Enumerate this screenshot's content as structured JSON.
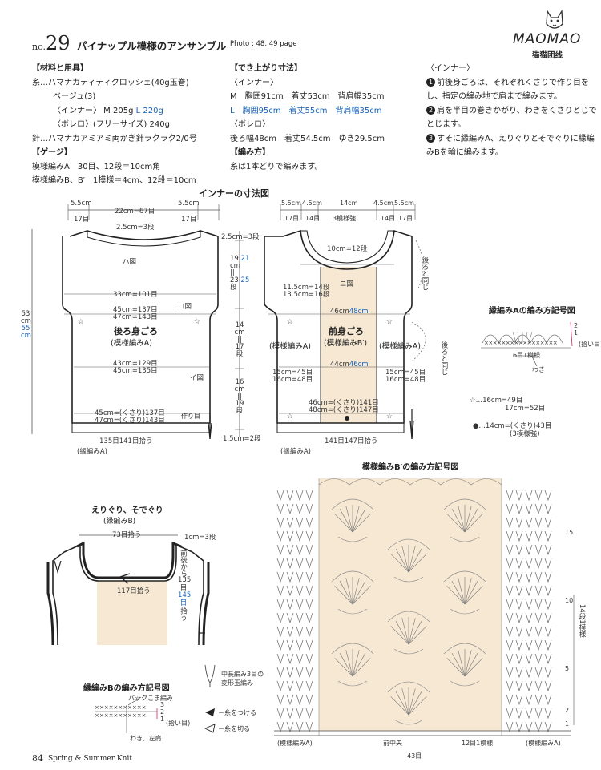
{
  "header": {
    "no_prefix": "no.",
    "no_number": "29",
    "title": "パイナップル模様のアンサンブル",
    "photo_ref": "Photo : 48, 49 page",
    "logo_text": "MAOMAO",
    "logo_sub": "猫猫团线"
  },
  "materials": {
    "heading": "【材料と用具】",
    "yarn_line": "糸…ハマナカティティクロッシェ(40g玉巻)",
    "color_line": "ベージュ(3)",
    "inner_label": "〈インナー〉 M 205g",
    "inner_l": "L 220g",
    "bolero_line": "〈ボレロ〉(フリーサイズ) 240g",
    "needle_line": "針…ハマナカアミアミ両かぎ針ラクラク2/0号",
    "gauge_heading": "【ゲージ】",
    "gauge_a": "模様編みA　30目、12段＝10cm角",
    "gauge_b": "模様編みB、B′　1模様＝4cm、12段＝10cm"
  },
  "finished": {
    "heading": "【でき上がり寸法】",
    "inner_label": "〈インナー〉",
    "m_line": "M　胸囲91cm　着丈53cm　背肩幅35cm",
    "l_line": "L　胸囲95cm　着丈55cm　背肩幅35cm",
    "bolero_label": "〈ボレロ〉",
    "bolero_line": "後ろ幅48cm　着丈54.5cm　ゆき29.5cm",
    "method_heading": "【編み方】",
    "method_line": "糸は1本どりで編みます。"
  },
  "instructions": {
    "title": "〈インナー〉",
    "step1": "前後身ごろは、それぞれくさりで作り目をし、指定の編み地で肩まで編みます。",
    "step2": "肩を半目の巻きかがり、わきをくさりとじでとじます。",
    "step3": "すそに縁編みA、えりぐりとそでぐりに縁編みBを輪に編みます。",
    "nums": [
      "1",
      "2",
      "3"
    ]
  },
  "inner_diagram": {
    "title": "インナーの寸法図",
    "back": {
      "top_left": "5.5cm",
      "top_left_st": "17目",
      "top_mid": "22cm=67目",
      "top_right": "5.5cm",
      "top_right_st": "17目",
      "neck": "2.5cm=3段",
      "ha": "ハ図",
      "w1": "33cm=101目",
      "ro": "ロ図",
      "w2a": "45cm=137目",
      "w2b": "47cm=143目",
      "name1": "後ろ身ごろ",
      "name2": "(模様編みA)",
      "w3a": "43cm=129目",
      "w3b": "45cm=135目",
      "i": "イ図",
      "w4a": "45cm=(くさり)137目",
      "w4b": "47cm=(くさり)143目",
      "tsukurime": "作り目",
      "hem": "135目141目拾う",
      "hem_label": "(縁編みA)",
      "height_a": "53",
      "height_b": "cm",
      "height_c": "55",
      "height_d": "cm"
    },
    "mid": {
      "t1": "2.5cm=3段",
      "t2a": "19",
      "t2b": "21",
      "t2c": "cm",
      "t3": "||",
      "t4a": "23",
      "t4b": "25",
      "t4c": "段",
      "m1": "14",
      "m2": "cm",
      "m3": "||",
      "m4": "17",
      "m5": "段",
      "b1": "16",
      "b2": "cm",
      "b3": "||",
      "b4": "19",
      "b5": "段",
      "bottom": "1.5cm=2段"
    },
    "front": {
      "tl1": "5.5cm",
      "tl2": "4.5cm",
      "tm": "14cm",
      "tr1": "4.5cm",
      "tr2": "5.5cm",
      "s1": "17目",
      "s2": "14目",
      "s3": "3模様強",
      "s4": "14目",
      "s5": "17目",
      "neck": "10cm=12段",
      "ni": "ニ図",
      "side1a": "11.5cm=14段",
      "side1b": "13.5cm=16段",
      "w1a": "46cm",
      "w1b": "48cm",
      "back_same": "後ろと同じ",
      "name1": "前身ごろ",
      "name2": "(模様編みB′)",
      "patA1": "(模様編みA)",
      "patA2": "(模様編みA)",
      "w2a": "44cm",
      "w2b": "46cm",
      "l1a": "15cm=45目",
      "l1b": "16cm=48目",
      "r1a": "15cm=45目",
      "r1b": "16cm=48目",
      "w4a": "46cm=(くさり)141目",
      "w4b": "48cm=(くさり)147目",
      "hem": "141目147目拾う",
      "hem_label": "(縁編みA)"
    }
  },
  "edging_a": {
    "title": "縁編みAの編み方記号図",
    "r2": "2",
    "r1": "1",
    "pickup": "(拾い目)",
    "repeat": "6目1模様",
    "waki": "わき",
    "star1": "☆…16cm=49目",
    "star2": "17cm=52目",
    "dot": "●…14cm=(くさり)43目",
    "dot2": "(3模様強)"
  },
  "neck_diagram": {
    "title1": "えりぐり、そでぐり",
    "title2": "(縁編みB)",
    "top": "73目拾う",
    "right": "1cm=3段",
    "mid": "117目拾う",
    "side1": "前後から",
    "side2": "135",
    "side3": "目",
    "side4": "145",
    "side5": "目",
    "side6": "拾う"
  },
  "edging_b": {
    "title": "縁編みBの編み方記号図",
    "back_stitch": "バックこま編み",
    "r3": "3",
    "r2": "2",
    "r1": "1",
    "pickup": "(拾い目)",
    "waki": "わき、左肩"
  },
  "legend": {
    "l1": "中長編み3目の",
    "l2": "変形玉編み",
    "attach": "＝糸をつける",
    "cut": "＝糸を切る"
  },
  "pattern_b": {
    "title": "模様編みB′の編み方記号図",
    "rows": [
      "15",
      "10",
      "5",
      "2",
      "1"
    ],
    "repeat": "14段1模様",
    "center": "前中央",
    "center_st": "43目",
    "motif": "12目1模様",
    "left_label": "(模様編みA)",
    "right_label": "(模様編みA)"
  },
  "footer": {
    "page": "84",
    "book": "Spring & Summer Knit"
  }
}
